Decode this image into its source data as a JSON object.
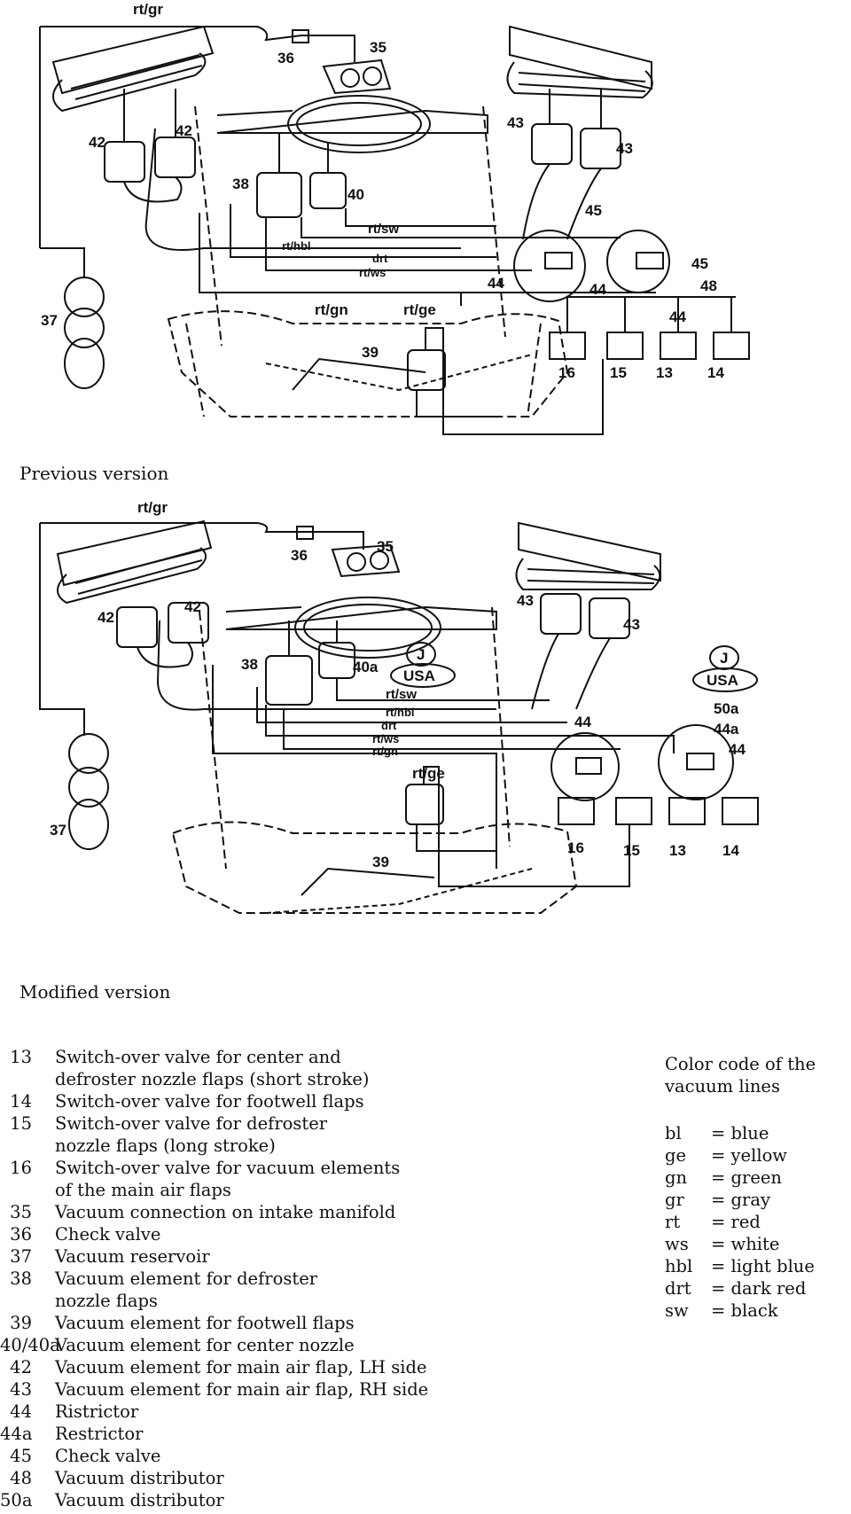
{
  "diagram_top": {
    "caption": "Previous version",
    "labels": {
      "rt_gr": "rt/gr",
      "n36": "36",
      "n35": "35",
      "n42a": "42",
      "n42b": "42",
      "n43a": "43",
      "n43b": "43",
      "n38": "38",
      "n40": "40",
      "n45a": "45",
      "n45b": "45",
      "rt_sw": "rt/sw",
      "rt_hbl": "rt/hbl",
      "drt": "drt",
      "rt_ws": "rt/ws",
      "n44a": "44",
      "n44b": "44",
      "n44c": "44",
      "n48": "48",
      "n37": "37",
      "rt_gn": "rt/gn",
      "rt_ge": "rt/ge",
      "n39": "39",
      "n16": "16",
      "n15": "15",
      "n13": "13",
      "n14": "14"
    }
  },
  "diagram_bottom": {
    "caption": "Modified version",
    "labels": {
      "rt_gr": "rt/gr",
      "n36": "36",
      "n35": "35",
      "n42a": "42",
      "n42b": "42",
      "n43a": "43",
      "n43b": "43",
      "n38": "38",
      "n40a": "40a",
      "j1": "J",
      "usa1": "USA",
      "j2": "J",
      "usa2": "USA",
      "n50a": "50a",
      "n44a_label": "44a",
      "n44a": "44",
      "n44b": "44",
      "rt_sw": "rt/sw",
      "rt_hbl": "rt/hbl",
      "drt": "drt",
      "rt_ws": "rt/ws",
      "rt_gn": "rt/gn",
      "rt_ge": "rt/ge",
      "n37": "37",
      "n39": "39",
      "n16": "16",
      "n15": "15",
      "n13": "13",
      "n14": "14"
    }
  },
  "legend": [
    {
      "num": "13",
      "text": "Switch-over valve for center and"
    },
    {
      "num": "",
      "text": "defroster nozzle flaps (short stroke)"
    },
    {
      "num": "14",
      "text": "Switch-over valve for footwell flaps"
    },
    {
      "num": "15",
      "text": "Switch-over valve for defroster"
    },
    {
      "num": "",
      "text": "nozzle flaps (long stroke)"
    },
    {
      "num": "16",
      "text": "Switch-over valve for vacuum elements"
    },
    {
      "num": "",
      "text": "of the main air flaps"
    },
    {
      "num": "35",
      "text": "Vacuum connection on intake manifold"
    },
    {
      "num": "36",
      "text": "Check valve"
    },
    {
      "num": "37",
      "text": "Vacuum reservoir"
    },
    {
      "num": "38",
      "text": "Vacuum element for defroster"
    },
    {
      "num": "",
      "text": "nozzle flaps"
    },
    {
      "num": "39",
      "text": "Vacuum element for footwell flaps"
    },
    {
      "num": "40/40a",
      "text": "Vacuum element for center nozzle"
    },
    {
      "num": "42",
      "text": "Vacuum element for main air flap, LH side"
    },
    {
      "num": "43",
      "text": "Vacuum element for main air flap, RH side"
    },
    {
      "num": "44",
      "text": "Ristrictor"
    },
    {
      "num": "44a",
      "text": "Restrictor"
    },
    {
      "num": "45",
      "text": "Check valve"
    },
    {
      "num": "48",
      "text": "Vacuum distributor"
    },
    {
      "num": "50a",
      "text": "Vacuum distributor"
    }
  ],
  "color_code": {
    "title_line1": "Color code of the",
    "title_line2": "vacuum lines",
    "entries": [
      {
        "code": "bl",
        "meaning": "= blue"
      },
      {
        "code": "ge",
        "meaning": "= yellow"
      },
      {
        "code": "gn",
        "meaning": "= green"
      },
      {
        "code": "gr",
        "meaning": "= gray"
      },
      {
        "code": "rt",
        "meaning": "= red"
      },
      {
        "code": "ws",
        "meaning": "= white"
      },
      {
        "code": "hbl",
        "meaning": "= light blue"
      },
      {
        "code": "drt",
        "meaning": "= dark red"
      },
      {
        "code": "sw",
        "meaning": "= black"
      }
    ]
  }
}
